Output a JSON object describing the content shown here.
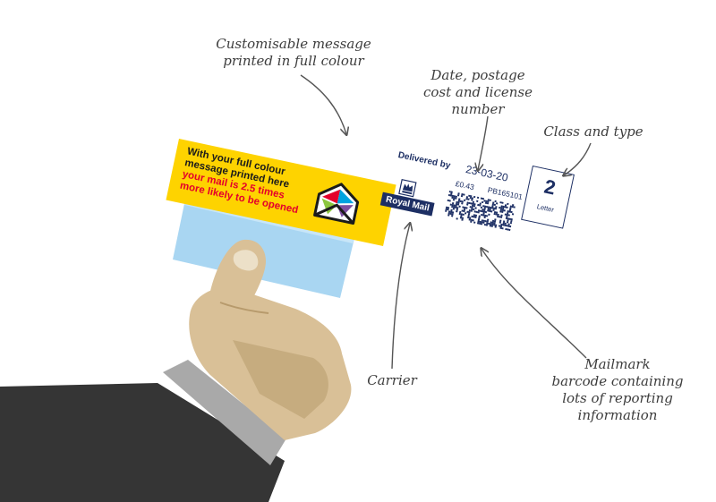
{
  "callouts": {
    "message": [
      "Customisable message",
      "printed in full colour"
    ],
    "date": [
      "Date, postage",
      "cost and license",
      "number"
    ],
    "class": [
      "Class and type"
    ],
    "carrier": [
      "Carrier"
    ],
    "mailmark": [
      "Mailmark",
      "barcode containing",
      "lots of reporting",
      "information"
    ]
  },
  "banner": {
    "lines": [
      {
        "text": "With your full colour",
        "style": "dark"
      },
      {
        "text": "message printed here",
        "style": "dark"
      },
      {
        "text": "your mail is 2.5 times",
        "style": "red"
      },
      {
        "text": "more likely to be opened",
        "style": "red"
      }
    ]
  },
  "franking": {
    "delivered_by": "Delivered by",
    "carrier_logo_text": "Royal Mail",
    "date": "23-03-20",
    "cost": "£0.43",
    "license": "PB165101",
    "class_number": "2",
    "class_type": "Letter"
  },
  "colors": {
    "banner_yellow": "#fed300",
    "banner_red": "#e4002b",
    "royal_mail_navy": "#1d2f64",
    "sleeve": "#353535",
    "cuff": "#a9a9a9",
    "skin": "#d9c097",
    "skin_shadow": "#b79a6c",
    "envelope": "#a9d6f2"
  },
  "icons": {
    "envelope_logo": "envelope-logo-icon",
    "crown": "crown-icon"
  }
}
